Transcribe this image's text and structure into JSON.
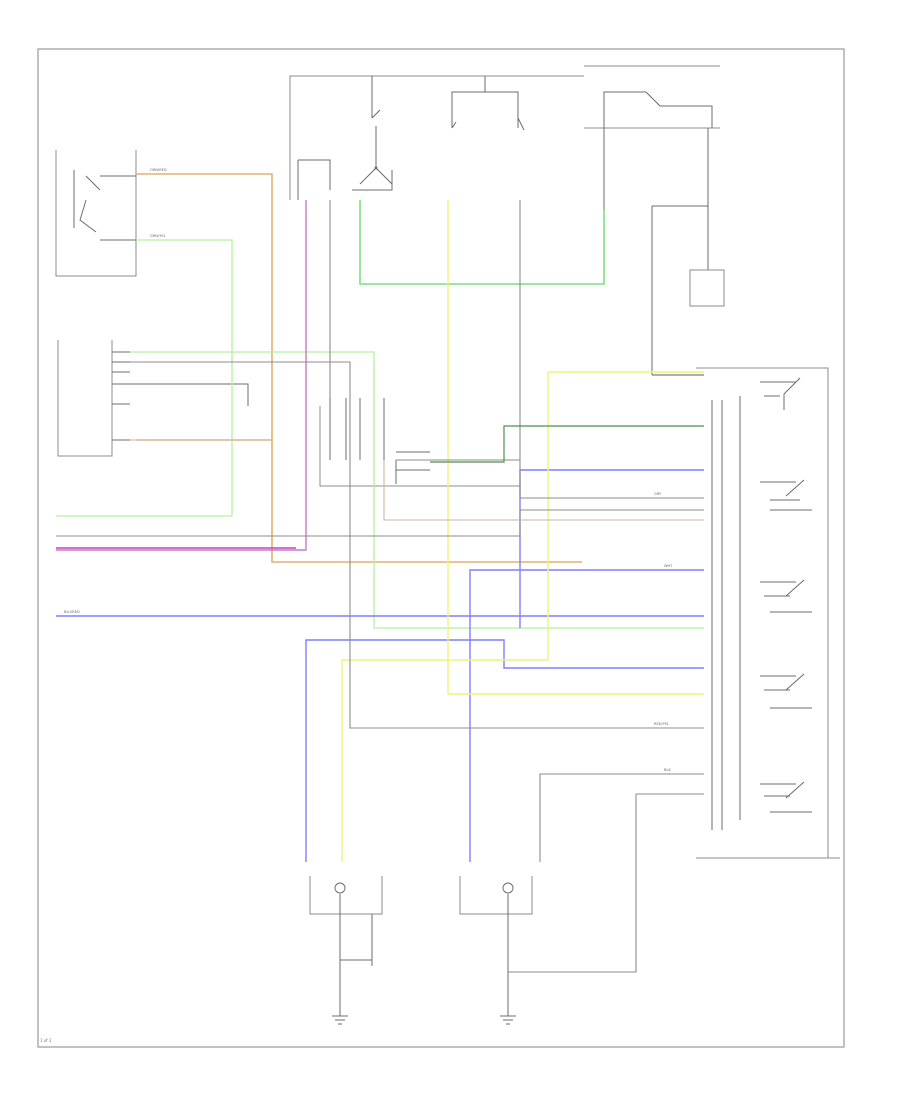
{
  "colors": {
    "orange": "#e3b26e",
    "green_light": "#b5f0a2",
    "green": "#7fe07f",
    "pink": "#c47ac7",
    "purple": "#c040c0",
    "blue": "#7f7fff",
    "yellow": "#f2f27a",
    "gray": "#8c8c8c",
    "gray_dark": "#5e5e5e",
    "tan": "#c9b7a2",
    "dark_green": "#4f8f4f"
  },
  "labels": {
    "wire_orn": "ORN/RED",
    "wire_wht": "WHT",
    "wire_blk": "BLK",
    "wire_red": "RED/YEL",
    "wire_blu": "BLU/RED",
    "wire_grn": "GRN/YEL",
    "wire_gry": "GRY",
    "page": "1 of 2"
  }
}
